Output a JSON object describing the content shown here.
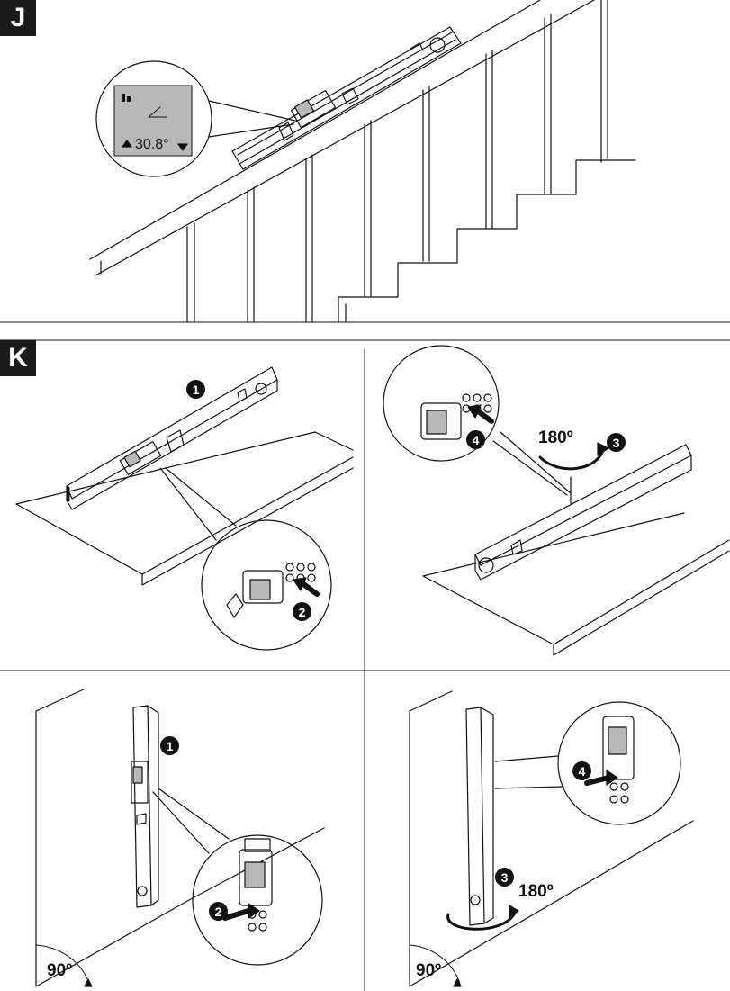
{
  "sections": {
    "j": "J",
    "k": "K"
  },
  "display": {
    "reading": "30.8°"
  },
  "steps": {
    "one": "1",
    "two": "2",
    "three": "3",
    "four": "4"
  },
  "labels": {
    "rotate_top": "180º",
    "rotate_bottom": "180º",
    "angle_left": "90º",
    "angle_right": "90º"
  },
  "colors": {
    "line": "#111111",
    "screen": "#b8b8b8",
    "tag": "#1a1a1a"
  }
}
